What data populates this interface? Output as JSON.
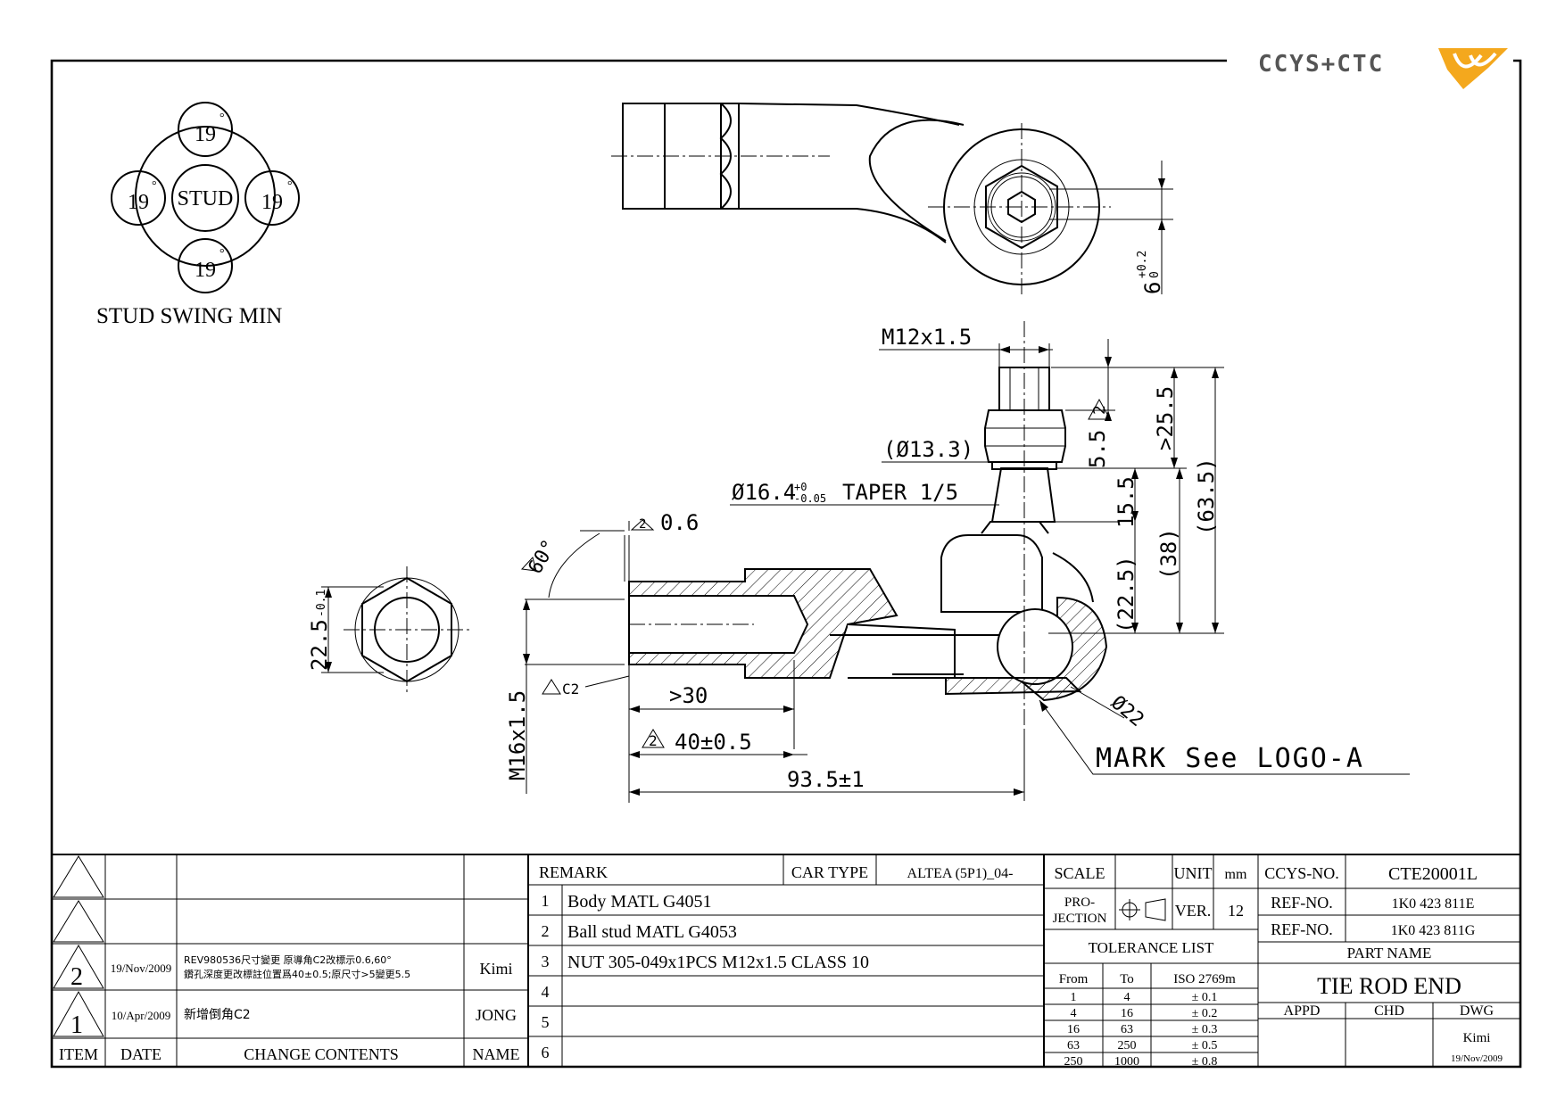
{
  "logo": {
    "text": "CCYS+CTC",
    "accent_color": "#f4a81d",
    "text_color": "#555555"
  },
  "stud_swing": {
    "label": "STUD SWING MIN",
    "center": "STUD",
    "angles": [
      "19",
      "19",
      "19",
      "19"
    ],
    "degree": "°"
  },
  "dims": {
    "m12": "M12x1.5",
    "d133": "(Ø13.3)",
    "taper": "Ø16.4",
    "taper_tol_up": "+0",
    "taper_tol_dn": "-0.05",
    "taper_text": "TAPER 1/5",
    "d55": "5.5",
    "d255": ">25.5",
    "d635": "(63.5)",
    "d155": "15.5",
    "d38": "(38)",
    "d225p": "(22.5)",
    "d6": "6",
    "d6_tol_up": "+0.2",
    "d6_tol_dn": "0",
    "d06": "0.6",
    "d60": "60°",
    "c2": "C2",
    "d30": ">30",
    "d40": "40±0.5",
    "d935": "93.5±1",
    "m16": "M16x1.5",
    "d22": "Ø22",
    "hex": "22.5",
    "hex_tol": "-0.1",
    "rev2": "2",
    "mark": "MARK See LOGO-A"
  },
  "rev_table": {
    "headers": [
      "ITEM",
      "DATE",
      "CHANGE CONTENTS",
      "NAME"
    ],
    "rows": [
      {
        "item": "",
        "date": "",
        "content1": "",
        "content2": "",
        "name": ""
      },
      {
        "item": "",
        "date": "",
        "content1": "",
        "content2": "",
        "name": ""
      },
      {
        "item": "2",
        "date": "19/Nov/2009",
        "content1": "REV980536尺寸變更 原導角C2改標示0.6,60°",
        "content2": "鑽孔深度更改標註位置爲40±0.5;原尺寸>5變更5.5",
        "name": "Kimi"
      },
      {
        "item": "1",
        "date": "10/Apr/2009",
        "content1": "新增倒角C2",
        "content2": "",
        "name": "JONG"
      }
    ]
  },
  "remark": {
    "label": "REMARK",
    "car_type_label": "CAR TYPE",
    "car_type": "ALTEA (5P1)_04-",
    "items": [
      {
        "no": "1",
        "text": "Body MATL G4051"
      },
      {
        "no": "2",
        "text": "Ball stud MATL G4053"
      },
      {
        "no": "3",
        "text": "NUT 305-049x1PCS M12x1.5 CLASS 10"
      },
      {
        "no": "4",
        "text": ""
      },
      {
        "no": "5",
        "text": ""
      },
      {
        "no": "6",
        "text": ""
      }
    ]
  },
  "title_block": {
    "scale_label": "SCALE",
    "scale": "",
    "unit_label": "UNIT",
    "unit": "mm",
    "projection_label1": "PRO-",
    "projection_label2": "JECTION",
    "ver_label": "VER.",
    "ver": "12",
    "tolerance_label": "TOLERANCE LIST",
    "tol_headers": [
      "From",
      "To",
      "ISO 2769m"
    ],
    "tol_rows": [
      {
        "from": "1",
        "to": "4",
        "tol": "± 0.1"
      },
      {
        "from": "4",
        "to": "16",
        "tol": "± 0.2"
      },
      {
        "from": "16",
        "to": "63",
        "tol": "± 0.3"
      },
      {
        "from": "63",
        "to": "250",
        "tol": "± 0.5"
      },
      {
        "from": "250",
        "to": "1000",
        "tol": "± 0.8"
      }
    ],
    "ccys_no_label": "CCYS-NO.",
    "ccys_no": "CTE20001L",
    "ref_no_label": "REF-NO.",
    "ref_no_1": "1K0 423 811E",
    "ref_no_2": "1K0 423 811G",
    "part_name_label": "PART NAME",
    "part_name": "TIE ROD END",
    "appd_label": "APPD",
    "chd_label": "CHD",
    "dwg_label": "DWG",
    "dwg_name": "Kimi",
    "dwg_date": "19/Nov/2009"
  }
}
